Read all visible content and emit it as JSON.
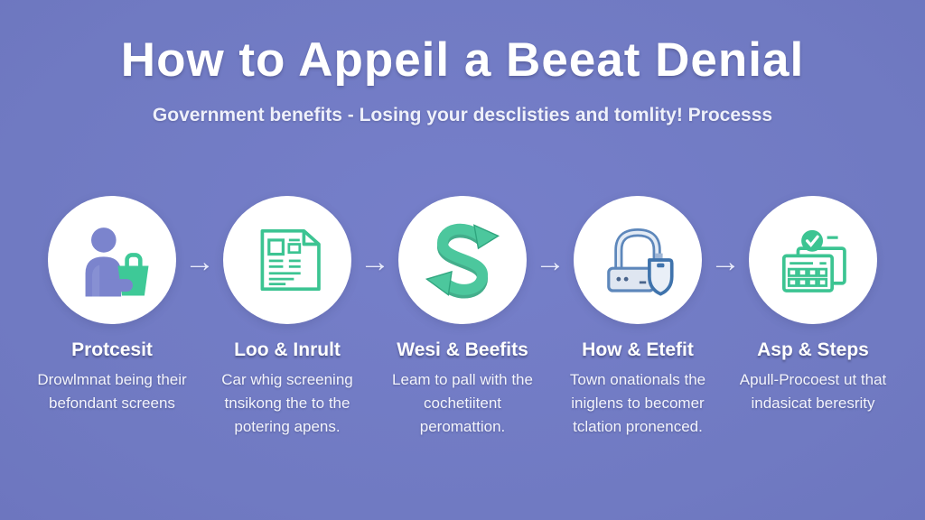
{
  "page": {
    "title": "How to Appeil a Beeat Denial",
    "subtitle": "Government benefits - Losing your desclisties and tomlity! Processs",
    "background_color": "#727bc4",
    "accent_green": "#3cc492",
    "icon_blue": "#7b84cd",
    "lock_blue": "#5d87bb",
    "arrow_glyph": "→"
  },
  "steps": [
    {
      "icon": "person-with-bag-icon",
      "title": "Protcesit",
      "description": "Drowlmnat being their befondant screens"
    },
    {
      "icon": "document-icon",
      "title": "Loo & Inrult",
      "description": "Car whig screening tnsikong the to the potering apens."
    },
    {
      "icon": "s-arrows-icon",
      "title": "Wesi & Beefits",
      "description": "Leam to pall with the cochetiitent peromattion."
    },
    {
      "icon": "padlock-shield-icon",
      "title": "How & Etefit",
      "description": "Town onationals the iniglens to becomer tclation pronenced."
    },
    {
      "icon": "calendar-check-icon",
      "title": "Asp & Steps",
      "description": "Apull-Procoest ut that indasicat beresrity"
    }
  ]
}
